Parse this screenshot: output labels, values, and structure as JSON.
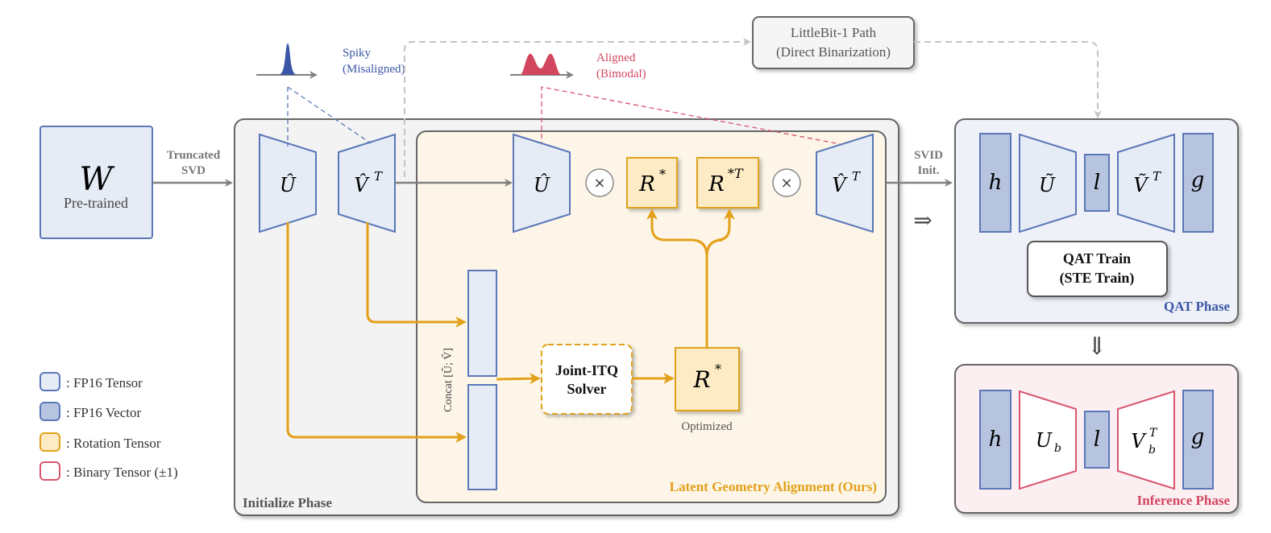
{
  "colors": {
    "fp16_tensor_fill": "#e6ecf6",
    "fp16_tensor_stroke": "#5b77b8",
    "fp16_vector_fill": "#b7c4e0",
    "rotation_fill": "#fcebc4",
    "rotation_stroke": "#e0a21b",
    "binary_stroke": "#d9566e",
    "spiky_color": "#3b56a6",
    "aligned_color": "#d2465f",
    "gray_arrow": "#808080",
    "orange_arrow": "#e3a01a",
    "latent_bg": "#fdf6e8",
    "init_bg": "#f3f3f3",
    "qat_bg": "#eef1f8",
    "inference_bg": "#fbeff2"
  },
  "pretrained": {
    "symbol": "W",
    "label": "Pre-trained"
  },
  "truncated_svd": {
    "line1": "Truncated",
    "line2": "SVD"
  },
  "distributions": {
    "spiky": {
      "line1": "Spiky",
      "line2": "(Misaligned)"
    },
    "aligned": {
      "line1": "Aligned",
      "line2": "(Bimodal)"
    }
  },
  "littlebit_path": {
    "line1": "LittleBit-1 Path",
    "line2": "(Direct Binarization)"
  },
  "init_phase": {
    "label": "Initialize Phase",
    "u_hat": "Û",
    "v_hat": "V̂",
    "v_sup": "T"
  },
  "latent_alignment": {
    "label": "Latent Geometry Alignment (Ours)",
    "u_hat": "Û",
    "times": "×",
    "r_star": "R",
    "r_star_sup": "*",
    "r_star_t_sup": "*T",
    "v_hat": "V̂",
    "v_sup": "T",
    "concat_label": "Concat [Û; V̂]",
    "solver_line1": "Joint-ITQ",
    "solver_line2": "Solver",
    "optimized": "Optimized"
  },
  "svid_init": {
    "line1": "SVID",
    "line2": "Init."
  },
  "implies": "⇒",
  "down_implies": "⇓",
  "qat_phase": {
    "label": "QAT Phase",
    "h": "h",
    "u_tilde": "Ũ",
    "l": "l",
    "v_tilde": "Ṽ",
    "v_sup": "T",
    "g": "g",
    "train_line1": "QAT Train",
    "train_line2": "(STE Train)"
  },
  "inference_phase": {
    "label": "Inference Phase",
    "h": "h",
    "u_b": "U",
    "u_sub": "b",
    "l": "l",
    "v_b": "V",
    "v_sub": "b",
    "v_sup": "T",
    "g": "g"
  },
  "legend": [
    {
      "label": ": FP16 Tensor"
    },
    {
      "label": ": FP16 Vector"
    },
    {
      "label": ": Rotation Tensor"
    },
    {
      "label": ": Binary Tensor (±1)"
    }
  ]
}
